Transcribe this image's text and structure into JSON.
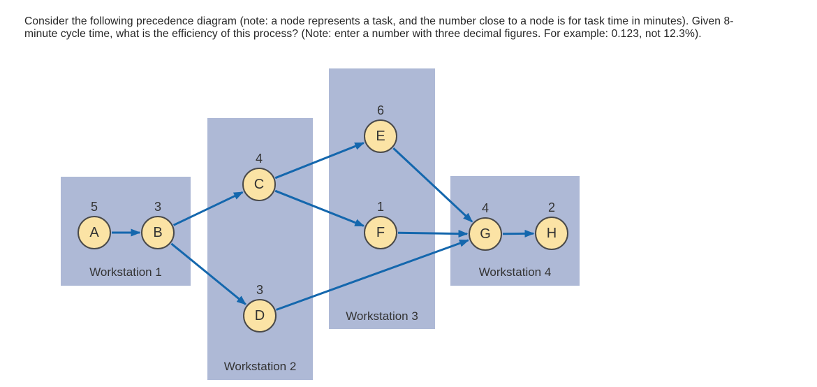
{
  "question": {
    "line1": "Consider the following precedence diagram (note: a node represents a task, and the number close to a node is for task time in minutes). Given 8-",
    "line2": "minute cycle time, what is the efficiency of this process? (Note: enter a number with three decimal figures. For example: 0.123, not 12.3%)."
  },
  "diagram": {
    "type": "precedence-diagram",
    "cycle_time_minutes": "8",
    "nodes": [
      {
        "id": "A",
        "time": "5"
      },
      {
        "id": "B",
        "time": "3"
      },
      {
        "id": "C",
        "time": "4"
      },
      {
        "id": "D",
        "time": "3"
      },
      {
        "id": "E",
        "time": "6"
      },
      {
        "id": "F",
        "time": "1"
      },
      {
        "id": "G",
        "time": "4"
      },
      {
        "id": "H",
        "time": "2"
      }
    ],
    "edges": [
      {
        "from": "A",
        "to": "B"
      },
      {
        "from": "B",
        "to": "C"
      },
      {
        "from": "B",
        "to": "D"
      },
      {
        "from": "C",
        "to": "E"
      },
      {
        "from": "C",
        "to": "F"
      },
      {
        "from": "D",
        "to": "G"
      },
      {
        "from": "E",
        "to": "G"
      },
      {
        "from": "F",
        "to": "G"
      },
      {
        "from": "G",
        "to": "H"
      }
    ],
    "workstations": [
      {
        "label": "Workstation 1",
        "tasks": [
          "A",
          "B"
        ]
      },
      {
        "label": "Workstation 2",
        "tasks": [
          "C",
          "D"
        ]
      },
      {
        "label": "Workstation 3",
        "tasks": [
          "E",
          "F"
        ]
      },
      {
        "label": "Workstation 4",
        "tasks": [
          "G",
          "H"
        ]
      }
    ],
    "colors": {
      "workstation_box": "#aeb9d6",
      "node_fill": "#fbe3a5",
      "node_border": "#4a4a4a",
      "arrow": "#1467ad",
      "text": "#333333"
    }
  }
}
